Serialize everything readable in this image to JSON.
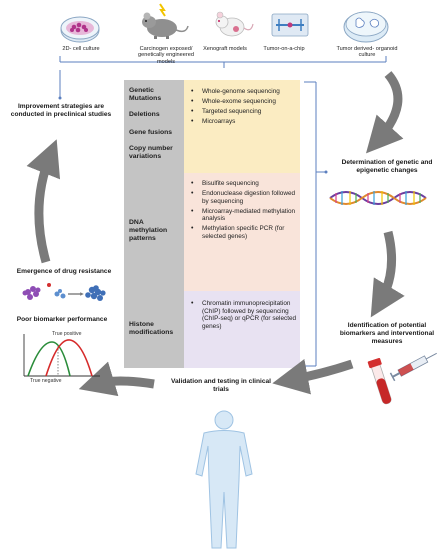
{
  "models": [
    {
      "id": "2d",
      "label": "2D- cell culture"
    },
    {
      "id": "gem",
      "label": "Carcinogen exposed/ genetically engineered models"
    },
    {
      "id": "xeno",
      "label": "Xenograft models"
    },
    {
      "id": "chip",
      "label": "Tumor-on-a-chip"
    },
    {
      "id": "organoid",
      "label": "Tumor derived- organoid culture"
    }
  ],
  "table": {
    "sections": [
      {
        "categories": [
          "Genetic Mutations",
          "Deletions",
          "Gene fusions",
          "Copy number variations"
        ],
        "methods": [
          "Whole-genome sequencing",
          "Whole-exome sequencing",
          "Targeted sequencing",
          "Microarrays"
        ]
      },
      {
        "categories": [
          "DNA methylation patterns"
        ],
        "methods": [
          "Bisulfite sequencing",
          "Endonuclease digestion followed by sequencing",
          "Microarray-mediated methylation analysis",
          "Methylation specific PCR (for selected genes)"
        ]
      },
      {
        "categories": [
          "Histone modifications"
        ],
        "methods": [
          "Chromatin immunoprecipitation (ChIP) followed by sequencing (ChIP-seq) or qPCR (for selected genes)"
        ]
      }
    ]
  },
  "steps": {
    "improvement": "Improvement strategies are conducted in preclinical studies",
    "determination": "Determination of genetic and epigenetic changes",
    "identification": "Identification of potential biomarkers and interventional measures",
    "validation": "Validation and testing in clinical trials",
    "drug_resistance": "Emergence of drug resistance",
    "poor_biomarker": "Poor biomarker performance"
  },
  "roc": {
    "true_positive": "True positive",
    "true_negative": "True negative",
    "curve_colors": [
      "#2a8c3a",
      "#d62b2b"
    ]
  },
  "colors": {
    "arrow": "#7a7a7a",
    "bracket": "#5b7fbf",
    "genetic_bg": "#fbecc2",
    "methylation_bg": "#f9e4da",
    "histone_bg": "#e8e2f2",
    "category_bg": "#c4c4c4"
  },
  "icons": [
    "petri-dish-icon",
    "mouse-carcinogen-icon",
    "mouse-xenograft-icon",
    "chip-icon",
    "organoid-dish-icon",
    "dna-helix-icon",
    "blood-tube-icon",
    "syringe-icon",
    "cells-icon",
    "roc-curve-icon",
    "human-body-icon"
  ]
}
